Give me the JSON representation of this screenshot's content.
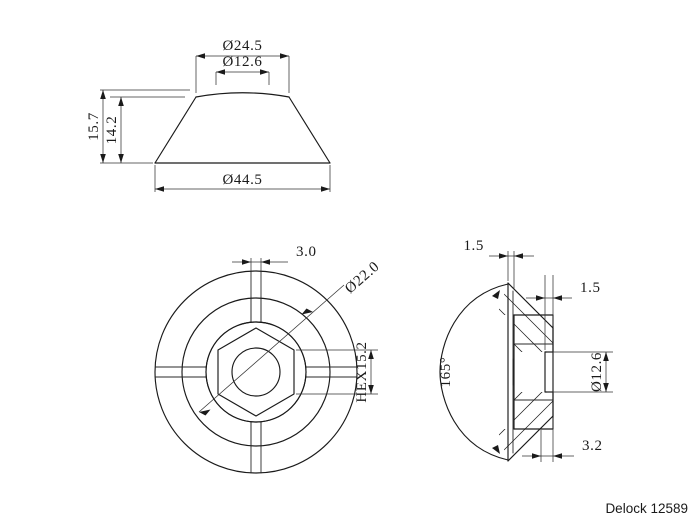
{
  "drawing": {
    "title_caption": "Delock 12589",
    "background_color": "#ffffff",
    "line_color": "#1a1a1a",
    "views": {
      "front": {
        "name": "front-elevation-view",
        "dimensions": {
          "top_boss_diameter": "Ø24.5",
          "bore_diameter": "Ø12.6",
          "base_diameter": "Ø44.5",
          "overall_height": "15.7",
          "body_height": "14.2"
        }
      },
      "bottom": {
        "name": "bottom-plan-view",
        "dimensions": {
          "slot_width": "3.0",
          "circle_diameter": "Ø22.0",
          "hex_across_flats": "HEX15.2"
        }
      },
      "section": {
        "name": "section-view",
        "dimensions": {
          "wall_left": "1.5",
          "wall_right": "1.5",
          "bore_diameter": "Ø12.6",
          "base_thickness": "3.2",
          "cone_angle": "165°"
        }
      }
    }
  }
}
